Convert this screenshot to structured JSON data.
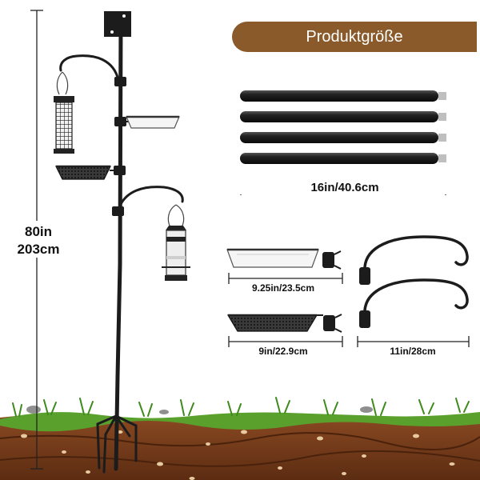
{
  "banner": {
    "title": "Produktgröße"
  },
  "dimensions": {
    "total_height_in": "80in",
    "total_height_cm": "203cm",
    "pole_section_length": "16in/40.6cm",
    "mesh_tray_large": "9.25in/23.5cm",
    "mesh_tray_small": "9in/22.9cm",
    "hook_length": "11in/28cm"
  },
  "colors": {
    "banner": "#8a5a2b",
    "pole": "#1c1c1c",
    "grass": "#5aa02c",
    "soil": "#7a3e1c",
    "text": "#111111"
  }
}
